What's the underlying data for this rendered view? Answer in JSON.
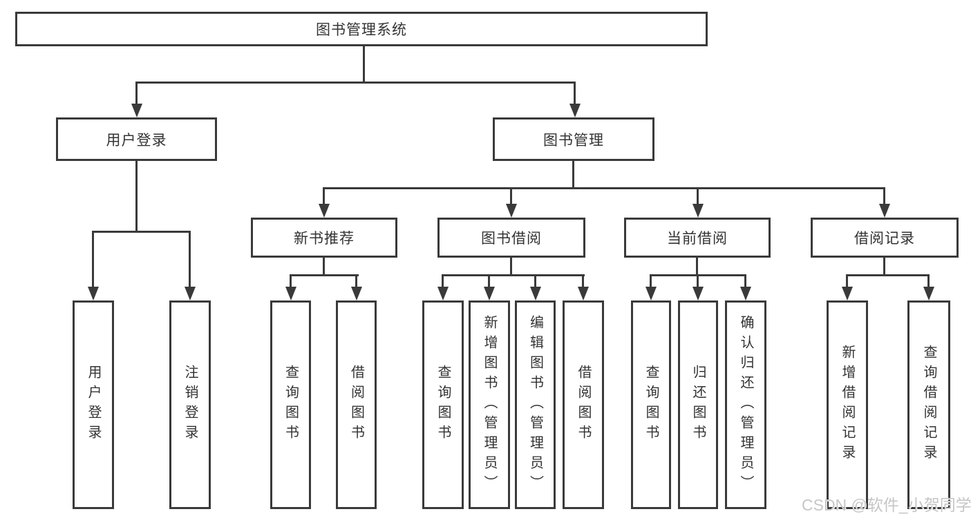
{
  "diagram": {
    "root": {
      "label": "图书管理系统"
    },
    "level2": [
      {
        "label": "用户登录",
        "children": [
          {
            "label": "用户登录"
          },
          {
            "label": "注销登录"
          }
        ]
      },
      {
        "label": "图书管理",
        "children": [
          {
            "label": "新书推荐",
            "children": [
              {
                "label": "查询图书"
              },
              {
                "label": "借阅图书"
              }
            ]
          },
          {
            "label": "图书借阅",
            "children": [
              {
                "label": "查询图书"
              },
              {
                "label": "新增图书（管理员）"
              },
              {
                "label": "编辑图书（管理员）"
              },
              {
                "label": "借阅图书"
              }
            ]
          },
          {
            "label": "当前借阅",
            "children": [
              {
                "label": "查询图书"
              },
              {
                "label": "归还图书"
              },
              {
                "label": "确认归还（管理员）"
              }
            ]
          },
          {
            "label": "借阅记录",
            "children": [
              {
                "label": "新增借阅记录"
              },
              {
                "label": "查询借阅记录"
              }
            ]
          }
        ]
      }
    ]
  },
  "watermark": {
    "text": "CSDN @软件_小贺同学"
  },
  "colors": {
    "line": "#3a3a3a",
    "text": "#333333",
    "watermark": "#c6c6c6",
    "background": "#ffffff"
  }
}
